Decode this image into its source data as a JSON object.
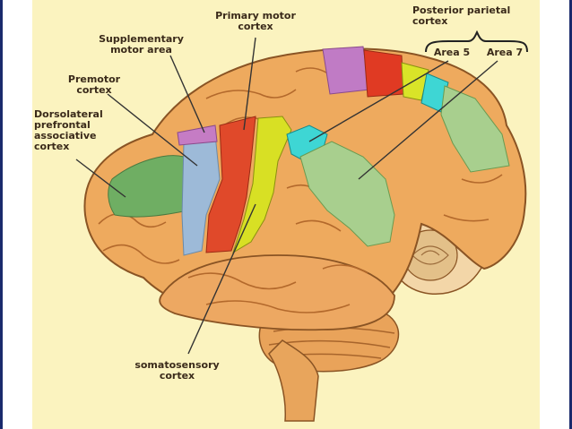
{
  "labels": {
    "primary_motor": "Primary motor\ncortex",
    "supplementary": "Supplementary\nmotor area",
    "premotor": "Premotor\ncortex",
    "dorsolateral": "Dorsolateral\nprefrontal\nassociative\ncortex",
    "posterior_parietal": "Posterior parietal\ncortex",
    "area5": "Area 5",
    "area7": "Area 7",
    "somatosensory": "somatosensory\ncortex"
  },
  "colors": {
    "background": "#fbf3bf",
    "brain": "#eeaa5e",
    "primary_motor": "#e0492a",
    "somatosensory": "#d8e024",
    "premotor": "#9dbad8",
    "supplementary": "#c57cc4",
    "dorsolateral": "#6fae63",
    "area5": "#3ed6d4",
    "area7": "#a8cf8e",
    "parietal_red": "#e03a23",
    "parietal_purple": "#c07bc5",
    "parietal_yellow": "#d9e428"
  }
}
